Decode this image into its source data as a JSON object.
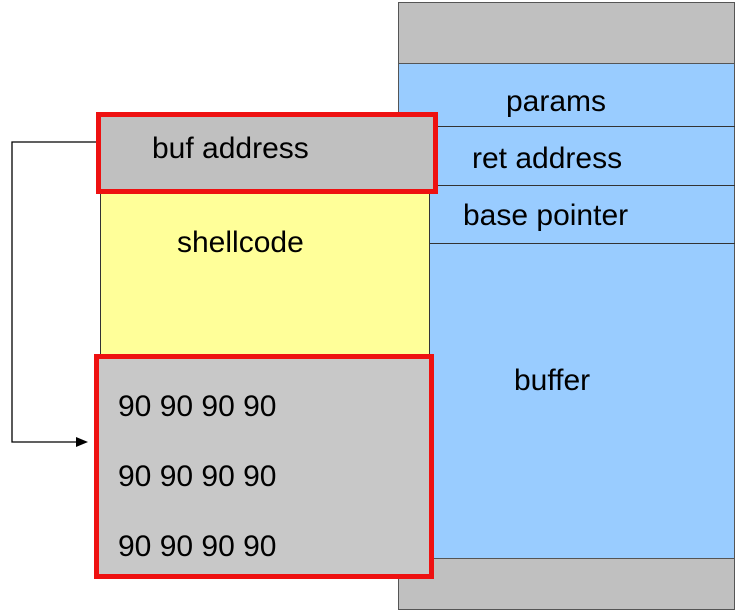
{
  "stack": {
    "frames": [
      "params",
      "ret address",
      "base pointer",
      "buffer"
    ]
  },
  "payload": {
    "return_overwrite": "buf address",
    "shellcode": "shellcode",
    "nop_rows": [
      "90 90 90 90",
      "90 90 90 90",
      "90 90 90 90"
    ]
  },
  "colors": {
    "stack_gray": "#c0c0c0",
    "stack_blue": "#99ccff",
    "shellcode_yellow": "#ffff99",
    "highlight_red": "#ee1111"
  }
}
